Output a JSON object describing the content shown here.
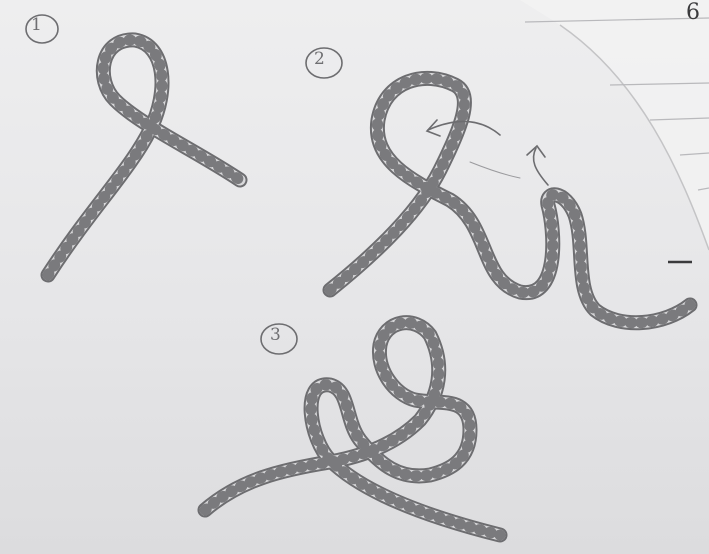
{
  "page": {
    "background_color": "#e9e9ea",
    "ink_color": "#6d6d70",
    "paper_edge_color": "#c4c4c6"
  },
  "steps": [
    {
      "label": "1"
    },
    {
      "label": "2"
    },
    {
      "label": "3"
    }
  ],
  "corner_mark": "6"
}
